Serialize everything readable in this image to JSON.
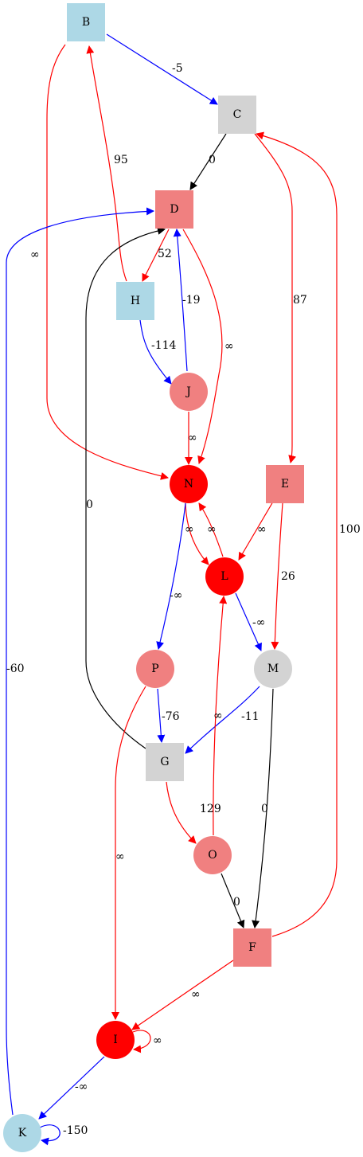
{
  "colors": {
    "lightblue": "#add8e6",
    "lightgrey": "#d3d3d3",
    "lightcoral": "#f08080",
    "red": "#ff0000",
    "blue": "#0000ff",
    "black": "#000000",
    "edge_red": "#ff0000"
  },
  "nodes": [
    {
      "id": "B",
      "label": "B",
      "shape": "box",
      "fill": "lightblue"
    },
    {
      "id": "C",
      "label": "C",
      "shape": "box",
      "fill": "lightgrey"
    },
    {
      "id": "D",
      "label": "D",
      "shape": "box",
      "fill": "lightcoral"
    },
    {
      "id": "H",
      "label": "H",
      "shape": "box",
      "fill": "lightblue"
    },
    {
      "id": "J",
      "label": "J",
      "shape": "circle",
      "fill": "lightcoral"
    },
    {
      "id": "N",
      "label": "N",
      "shape": "circle",
      "fill": "red"
    },
    {
      "id": "E",
      "label": "E",
      "shape": "box",
      "fill": "lightcoral"
    },
    {
      "id": "L",
      "label": "L",
      "shape": "circle",
      "fill": "red"
    },
    {
      "id": "P",
      "label": "P",
      "shape": "circle",
      "fill": "lightcoral"
    },
    {
      "id": "M",
      "label": "M",
      "shape": "circle",
      "fill": "lightgrey"
    },
    {
      "id": "G",
      "label": "G",
      "shape": "box",
      "fill": "lightgrey"
    },
    {
      "id": "O",
      "label": "O",
      "shape": "circle",
      "fill": "lightcoral"
    },
    {
      "id": "F",
      "label": "F",
      "shape": "box",
      "fill": "lightcoral"
    },
    {
      "id": "I",
      "label": "I",
      "shape": "circle",
      "fill": "red"
    },
    {
      "id": "K",
      "label": "K",
      "shape": "circle",
      "fill": "lightblue"
    }
  ],
  "edges": [
    {
      "from": "B",
      "to": "C",
      "label": "-5",
      "color": "blue"
    },
    {
      "from": "B",
      "to": "N",
      "label": "∞",
      "color": "red"
    },
    {
      "from": "H",
      "to": "B",
      "label": "95",
      "color": "red"
    },
    {
      "from": "C",
      "to": "D",
      "label": "0",
      "color": "black"
    },
    {
      "from": "C",
      "to": "E",
      "label": "87",
      "color": "red"
    },
    {
      "from": "F",
      "to": "C",
      "label": "100",
      "color": "red"
    },
    {
      "from": "D",
      "to": "H",
      "label": "52",
      "color": "red"
    },
    {
      "from": "D",
      "to": "N",
      "label": "∞",
      "color": "red"
    },
    {
      "from": "J",
      "to": "D",
      "label": "-19",
      "color": "blue"
    },
    {
      "from": "K",
      "to": "D",
      "label": "-60",
      "color": "blue"
    },
    {
      "from": "G",
      "to": "D",
      "label": "0",
      "color": "black"
    },
    {
      "from": "H",
      "to": "J",
      "label": "-114",
      "color": "blue"
    },
    {
      "from": "J",
      "to": "N",
      "label": "∞",
      "color": "red"
    },
    {
      "from": "N",
      "to": "L",
      "label": "∞",
      "color": "red"
    },
    {
      "from": "L",
      "to": "N",
      "label": "∞",
      "color": "red"
    },
    {
      "from": "N",
      "to": "P",
      "label": "-∞",
      "color": "blue"
    },
    {
      "from": "E",
      "to": "L",
      "label": "∞",
      "color": "red"
    },
    {
      "from": "E",
      "to": "M",
      "label": "26",
      "color": "red"
    },
    {
      "from": "L",
      "to": "M",
      "label": "-∞",
      "color": "blue"
    },
    {
      "from": "P",
      "to": "G",
      "label": "-76",
      "color": "blue"
    },
    {
      "from": "M",
      "to": "G",
      "label": "-11",
      "color": "blue"
    },
    {
      "from": "P",
      "to": "I",
      "label": "∞",
      "color": "red"
    },
    {
      "from": "M",
      "to": "F",
      "label": "0",
      "color": "black"
    },
    {
      "from": "G",
      "to": "O",
      "label": "129",
      "color": "red"
    },
    {
      "from": "O",
      "to": "L",
      "label": "∞",
      "color": "red"
    },
    {
      "from": "O",
      "to": "F",
      "label": "0",
      "color": "black"
    },
    {
      "from": "F",
      "to": "I",
      "label": "∞",
      "color": "red"
    },
    {
      "from": "I",
      "to": "I",
      "label": "∞",
      "color": "red"
    },
    {
      "from": "I",
      "to": "K",
      "label": "-∞",
      "color": "blue"
    },
    {
      "from": "K",
      "to": "K",
      "label": "-150",
      "color": "blue"
    }
  ]
}
